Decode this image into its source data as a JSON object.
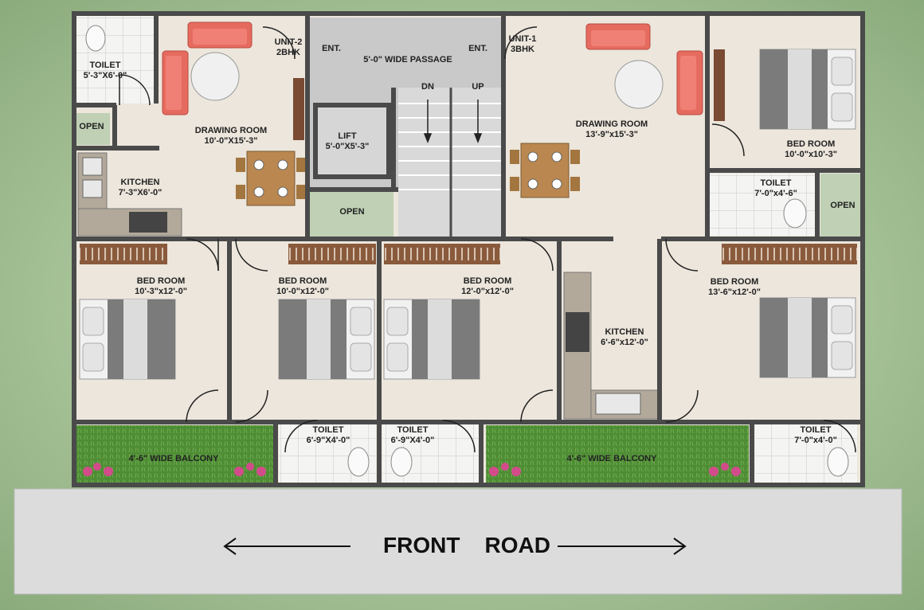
{
  "rooms": {
    "toilet_tl": {
      "name": "TOILET",
      "size": "5'-3\"X6'-0\""
    },
    "unit2": {
      "name": "UNIT-2",
      "type": "2BHK"
    },
    "unit1": {
      "name": "UNIT-1",
      "type": "3BHK"
    },
    "ent_left": "ENT.",
    "ent_right": "ENT.",
    "passage": "5'-0\" WIDE PASSAGE",
    "dn": "DN",
    "up": "UP",
    "open_left": "OPEN",
    "open_center": "OPEN",
    "open_right": "OPEN",
    "drawing_left": {
      "name": "DRAWING ROOM",
      "size": "10'-0\"X15'-3\""
    },
    "drawing_right": {
      "name": "DRAWING ROOM",
      "size": "13'-9\"x15'-3\""
    },
    "lift": {
      "name": "LIFT",
      "size": "5'-0\"X5'-3\""
    },
    "kitchen_left": {
      "name": "KITCHEN",
      "size": "7'-3\"X6'-0\""
    },
    "bed_tr": {
      "name": "BED ROOM",
      "size": "10'-0\"x10'-3\""
    },
    "toilet_tr": {
      "name": "TOILET",
      "size": "7'-0\"x4'-6\""
    },
    "bed_1": {
      "name": "BED ROOM",
      "size": "10'-3\"x12'-0\""
    },
    "bed_2": {
      "name": "BED ROOM",
      "size": "10'-0\"x12'-0\""
    },
    "bed_3": {
      "name": "BED ROOM",
      "size": "12'-0\"x12'-0\""
    },
    "kitchen_center": {
      "name": "KITCHEN",
      "size": "6'-6\"x12'-0\""
    },
    "bed_4": {
      "name": "BED ROOM",
      "size": "13'-6\"x12'-0\""
    },
    "balcony_left": "4'-6\" WIDE BALCONY",
    "balcony_right": "4'-6\" WIDE BALCONY",
    "toilet_b1": {
      "name": "TOILET",
      "size": "6'-9\"X4'-0\""
    },
    "toilet_b2": {
      "name": "TOILET",
      "size": "6'-9\"X4'-0\""
    },
    "toilet_b3": {
      "name": "TOILET",
      "size": "7'-0\"x4'-0\""
    }
  },
  "road": "FRONT    ROAD",
  "colors": {
    "wall": "#4a4a4a",
    "floor": "#ece6dc",
    "passage": "#c9c9c9",
    "open": "#bfd0b4",
    "balcony": "#4e8a34",
    "road": "#dcdcdc",
    "sofa": "#e8685e",
    "bed": "#8a8a8a",
    "wardrobe": "#7a4a33"
  }
}
